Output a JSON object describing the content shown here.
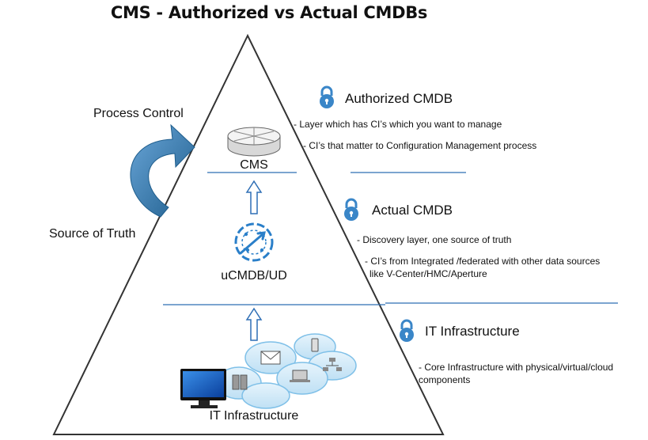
{
  "title": "CMS - Authorized vs Actual CMDBs",
  "left_labels": {
    "process_control": "Process Control",
    "source_of_truth": "Source of Truth"
  },
  "tiers": {
    "cms": "CMS",
    "ucmdb": "uCMDB/UD",
    "it_infrastructure": "IT Infrastructure"
  },
  "sections": {
    "authorized": {
      "title": "Authorized CMDB",
      "lines": [
        "- Layer which has CI’s which you want to manage",
        "- CI’s that matter to Configuration Management process"
      ]
    },
    "actual": {
      "title": "Actual CMDB",
      "lines": [
        "- Discovery layer, one source of truth",
        "-   CI’s from Integrated /federated with other data sources",
        "like V-Center/HMC/Aperture"
      ]
    },
    "infrastructure": {
      "title": "IT Infrastructure",
      "lines": [
        "-   Core Infrastructure with physical/virtual/cloud",
        "components"
      ]
    }
  },
  "icons": {
    "lock": "padlock-icon",
    "cms": "router-disc-icon",
    "ucmdb": "discovery-globe-icon",
    "infra": "cloud-network-icon"
  },
  "colors": {
    "accent_blue": "#2f6fb5",
    "arrow_dark_blue": "#1f5f91",
    "lock_blue": "#3a86c8"
  }
}
